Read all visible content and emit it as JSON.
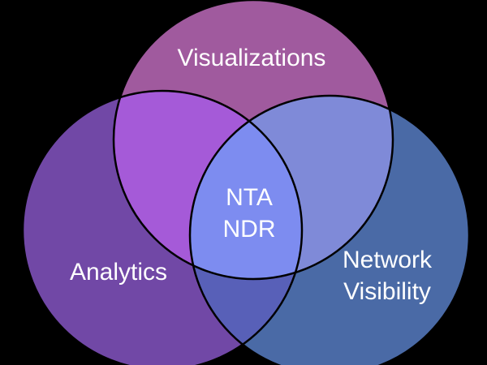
{
  "background": "#000000",
  "circles": [
    {
      "key": "visualizations",
      "label": "Visualizations",
      "color": "#a05a9e"
    },
    {
      "key": "analytics",
      "label": "Analytics",
      "color": "#7148a6"
    },
    {
      "key": "network_visibility",
      "label_lines": [
        "Network",
        "Visibility"
      ],
      "color": "#4a6aa6"
    }
  ],
  "overlaps": {
    "visualizations_analytics": "#a55ad8",
    "visualizations_network_visibility": "#7f8ad8",
    "analytics_network_visibility": "#5860b8",
    "center": "#7d8cf0"
  },
  "center_label": [
    "NTA",
    "NDR"
  ]
}
